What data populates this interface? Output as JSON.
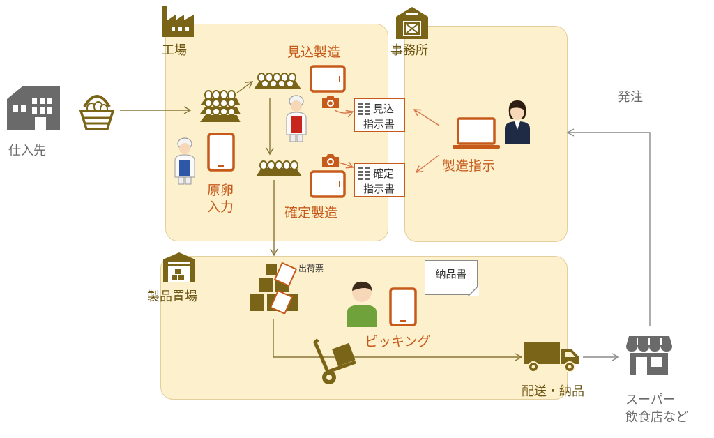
{
  "colors": {
    "panel": "#fdf0cd",
    "brown": "#6d5715",
    "orange": "#c65a1b",
    "gray": "#6a6a6a"
  },
  "nodes": {
    "supplier": "仕入先",
    "factory": "工場",
    "office": "事務所",
    "warehouse": "製品置場",
    "mikomi_seizo": "見込製造",
    "kakutei_seizo": "確定製造",
    "genran_line1": "原卵",
    "genran_line2": "入力",
    "seizo_shiji": "製造指示",
    "order": "発注",
    "picking": "ピッキング",
    "delivery": "配送・納品",
    "customer_line1": "スーパー",
    "customer_line2": "飲食店など",
    "shipping_slip": "出荷票",
    "delivery_note": "納品書",
    "mikomi_doc_line1": "見込",
    "mikomi_doc_line2": "指示書",
    "kakutei_doc_line1": "確定",
    "kakutei_doc_line2": "指示書"
  },
  "icons": [
    "building-icon",
    "egg-basket-icon",
    "factory-icon",
    "barn-icon",
    "warehouse-icon",
    "egg-tray-icon",
    "worker-icon",
    "tablet-icon",
    "camera-icon",
    "laptop-icon",
    "office-worker-icon",
    "boxes-icon",
    "hand-truck-icon",
    "truck-icon",
    "shop-icon",
    "qr-code-icon"
  ]
}
